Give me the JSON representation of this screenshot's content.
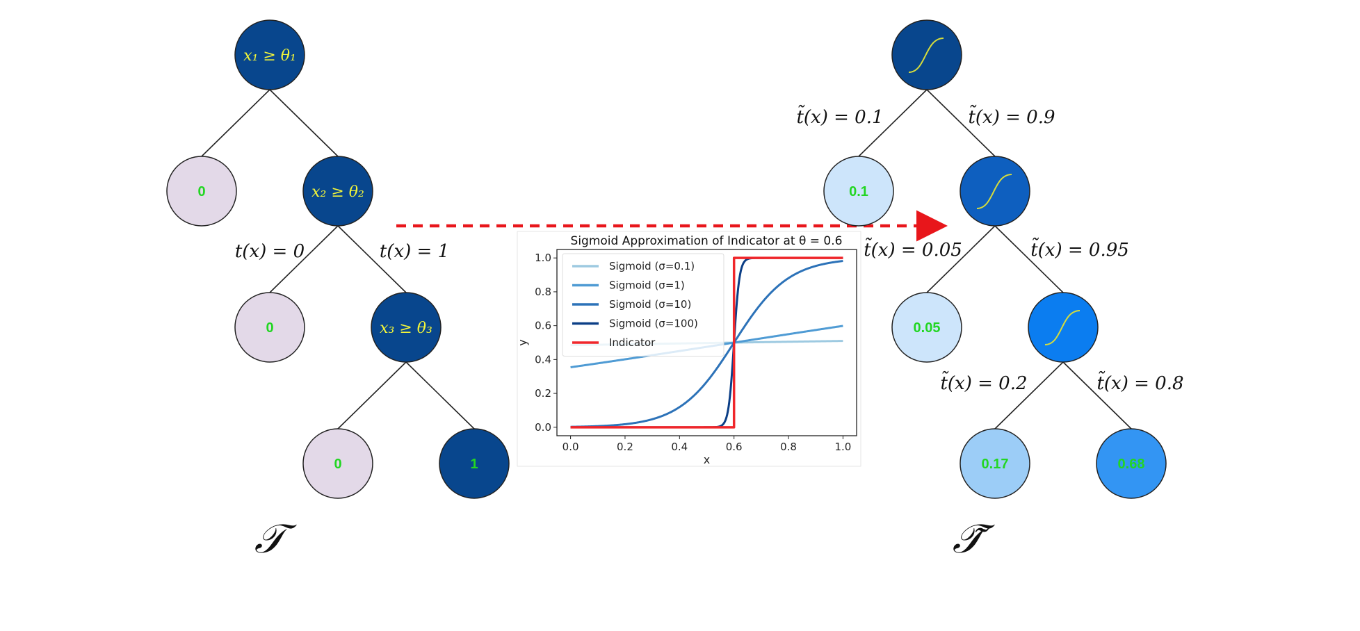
{
  "colors": {
    "dark_blue": "#08468d",
    "mid_blue": "#0e5fbf",
    "bright_blue": "#0b7df0",
    "leaf_pale": "#e3d9e8",
    "leaf_light_blue": "#cde5fb",
    "leaf_mid_blue": "#9ccdf7",
    "leaf_strong_blue": "#3395f3",
    "value_green": "#22d622",
    "condition_yellow": "#f2f53a",
    "arrow_red": "#e8161b"
  },
  "left_tree": {
    "title": "𝒯",
    "root_condition": "x₁ ≥ θ₁",
    "left_leaf": "0",
    "node2_condition": "x₂ ≥ θ₂",
    "node2_left_edge": "t(x) = 0",
    "node2_right_edge": "t(x) = 1",
    "node2_left_leaf": "0",
    "node3_condition": "x₃ ≥ θ₃",
    "node3_left_leaf": "0",
    "node3_right_leaf": "1"
  },
  "right_tree": {
    "title": "𝒯̃",
    "root_left_edge": "t̃(x) = 0.1",
    "root_right_edge": "t̃(x) = 0.9",
    "left_leaf": "0.1",
    "node2_left_edge": "t̃(x) = 0.05",
    "node2_right_edge": "t̃(x) = 0.95",
    "node2_left_leaf": "0.05",
    "node3_left_edge": "t̃(x) = 0.2",
    "node3_right_edge": "t̃(x) = 0.8",
    "node3_left_leaf": "0.17",
    "node3_right_leaf": "0.68",
    "node_icon": "sigmoid-curve-icon"
  },
  "chart_data": {
    "type": "line",
    "title": "Sigmoid Approximation of Indicator at θ = 0.6",
    "xlabel": "x",
    "ylabel": "y",
    "xlim": [
      -0.05,
      1.05
    ],
    "ylim": [
      -0.05,
      1.05
    ],
    "xticks": [
      0.0,
      0.2,
      0.4,
      0.6,
      0.8,
      1.0
    ],
    "yticks": [
      0.0,
      0.2,
      0.4,
      0.6,
      0.8,
      1.0
    ],
    "xtick_labels": [
      "0.0",
      "0.2",
      "0.4",
      "0.6",
      "0.8",
      "1.0"
    ],
    "ytick_labels": [
      "0.0",
      "0.2",
      "0.4",
      "0.6",
      "0.8",
      "1.0"
    ],
    "threshold": 0.6,
    "legend_position": "upper-left",
    "grid": false,
    "series": [
      {
        "name": "Sigmoid (σ=0.1)",
        "sigma": 0.1,
        "color": "#9ecae1"
      },
      {
        "name": "Sigmoid (σ=1)",
        "sigma": 1,
        "color": "#4f9bd4"
      },
      {
        "name": "Sigmoid (σ=10)",
        "sigma": 10,
        "color": "#2c72b8"
      },
      {
        "name": "Sigmoid (σ=100)",
        "sigma": 100,
        "color": "#0b3e86"
      },
      {
        "name": "Indicator",
        "sigma": null,
        "color": "#f0272b"
      }
    ]
  }
}
